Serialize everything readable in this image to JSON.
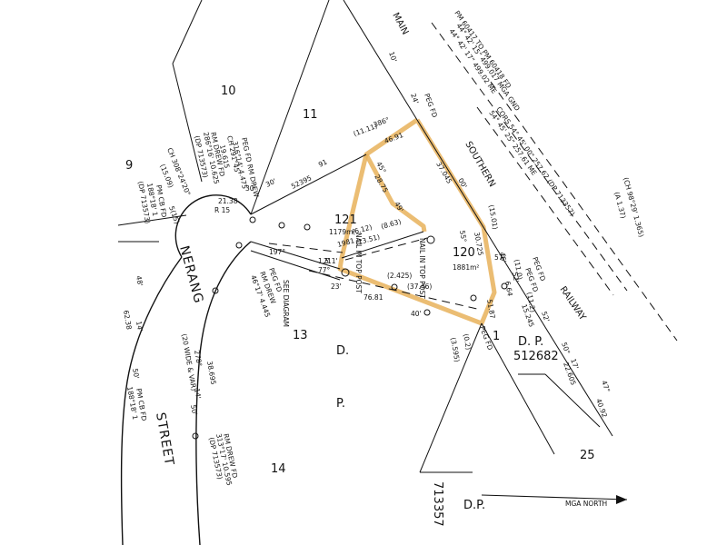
{
  "labels": {
    "lot_10": "10",
    "lot_11": "11",
    "lot_9": "9",
    "lot_121": "121",
    "lot_120": "120",
    "lot_13": "13",
    "lot_14": "14",
    "lot_25": "25",
    "lot_1": "1",
    "dp_a": "D.",
    "dp_b": "P.",
    "dp_c": "D. P.",
    "dp_num": "512682",
    "dp_side": "D.P.",
    "dp_side_num": "713357",
    "area_121": "1179m²",
    "area_120": "1881m²",
    "road_nerang": "NERANG",
    "road_street": "STREET",
    "road_width": "(20 WIDE & VAR)",
    "road_main": "MAIN",
    "road_southern": "SOUTHERN",
    "road_railway": "RAILWAY",
    "mga_north": "MGA NORTH",
    "see_diagram": "SEE DIAGRAM"
  },
  "annotations": {
    "pm_header_1": "PM 60417 TO PM 60418 FD",
    "pm_header_2": "44° 42' 15\"  499.017  MGA GND",
    "pm_header_3": "44° 42' 17\"  499.02  ME",
    "cors_1": "CORS 54° 45' 00\"  257.62 (DP 713357)",
    "cors_2": "54° 45' 25\"  257.61  ME",
    "ch_right": "(CH 98°29' 1.365)",
    "ch_right2": "(A 1.37)",
    "peg_fd_top": "PEG FD",
    "peg_fd_right1": "PEG FD",
    "peg_fd_right2": "PEG FD",
    "peg_fd_bottom": "PEG FD",
    "peg_fd_left": "PEG FD",
    "rm_drew_left": "RM DREW",
    "rm_drew_left_val": "46°17' 4.445",
    "rm_drew_top": "PEG FD RM DREW",
    "rm_drew_top_val": "316°14' 4.475",
    "rm_drew_ch": "RM DREW FD",
    "rm_drew_ch_val": "286°16' 10.625",
    "rm_drew_ch_dp": "(DP 713573)",
    "rm_drew_ch2": "CH 291°45'",
    "rm_drew_ch2_val": "19.615",
    "rm_drew_bottom": "RM DREW FD",
    "rm_drew_bottom_val": "313°17' 10.595",
    "rm_drew_bottom_dp": "(DP 713573)",
    "ch_left": "CH 308°24'20\"",
    "ch_left_val": "(15.09)",
    "pm_cb_top": "PM CB FD",
    "pm_cb_top_val": "188°18' 1",
    "pm_cb_top_dp": "(DP 713573)",
    "pm_cb_bottom": "PM CB FD",
    "pm_cb_bottom_val": "188°18' 1",
    "dim_2138": "21.38",
    "dim_r15": "R 15",
    "dim_5": "5(15)",
    "dim_48": "48'",
    "dim_6238": "62.38",
    "dim_14": "14'",
    "dim_50": "50'",
    "dim_278": "278°",
    "dim_38695": "38.695",
    "dim_14b": "14'",
    "dim_50b": "50'",
    "dim_10": "10'",
    "dim_24": "24'",
    "dim_1111": "(11.11)",
    "dim_386": "386°",
    "dim_4691": "46.91",
    "dim_91": "91",
    "dim_52395": "52395",
    "dim_30": "30'",
    "dim_45": "45°",
    "dim_2875": "28.75",
    "dim_49": "49'",
    "dim_37045": "37.045",
    "dim_00": "00'",
    "dim_55": "55°",
    "dim_30725": "30.725",
    "dim_1501": "(15.01)",
    "dim_46": "46'",
    "dim_110": "(11.0)",
    "dim_52": "52'",
    "dim_664": "6.64",
    "dim_112": "(11.2)",
    "dim_15245": "15.245",
    "dim_50r": "50°",
    "dim_17r": "17'",
    "dim_22605": "22.605",
    "dim_47": "47°",
    "dim_4092": "40.92",
    "dim_52r": "52'",
    "dim_5187": "51.87",
    "dim_02": "(0.2)",
    "dim_3595": "(3.595)",
    "dim_2425": "(2.425)",
    "dim_3746": "(37.46)",
    "dim_7681": "76.81",
    "dim_23": "23'",
    "dim_40": "40'",
    "dim_197": "197°",
    "dim_15": "1.5",
    "dim_1981": "1981",
    "dim_1351": "(13.51)",
    "dim_612": "(6.12)",
    "dim_863": "(8.63)",
    "dim_2": "2'",
    "dim_57": "57°",
    "dim_77": "77°",
    "dim_11": "11'",
    "dim_30b": "30'",
    "nail_in_top": "NAIL IN TOP POST",
    "nail_in_top2": "NAIL IN TOP POST"
  }
}
